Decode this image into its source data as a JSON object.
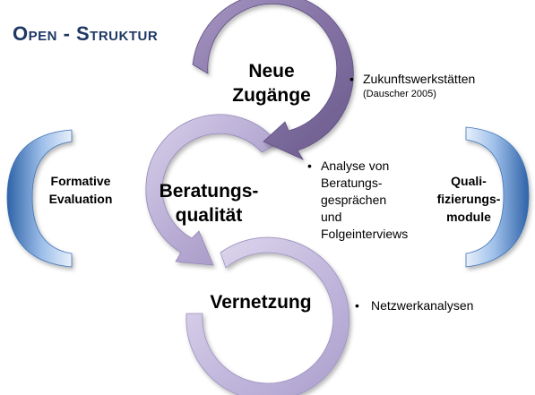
{
  "title": "Open - Struktur",
  "cycle": {
    "top": {
      "lines": [
        "Neue",
        "Zugänge"
      ]
    },
    "middle": {
      "lines": [
        "Beratungs-",
        "qualität"
      ]
    },
    "bottom": {
      "lines": [
        "Vernetzung"
      ]
    }
  },
  "left_bracket": {
    "lines": [
      "Formative",
      "Evaluation"
    ]
  },
  "right_bracket": {
    "lines": [
      "Quali-",
      "fizierungs-",
      "module"
    ]
  },
  "bullets": {
    "bullet_char": "•",
    "top": {
      "text": "Zukunftswerkstätten",
      "note": "(Dauscher 2005)"
    },
    "middle": {
      "lines": [
        "Analyse von",
        "Beratungs-",
        "gesprächen",
        "und",
        "Folgeinterviews"
      ]
    },
    "bottom": {
      "text": "Netzwerkanalysen"
    }
  },
  "colors": {
    "title": "#1f3864",
    "arrow_top": "#8a78a8",
    "arrow_middle": "#bcb2d6",
    "arrow_bottom": "#c6bee0",
    "bracket_blue": "#4f86c6"
  }
}
